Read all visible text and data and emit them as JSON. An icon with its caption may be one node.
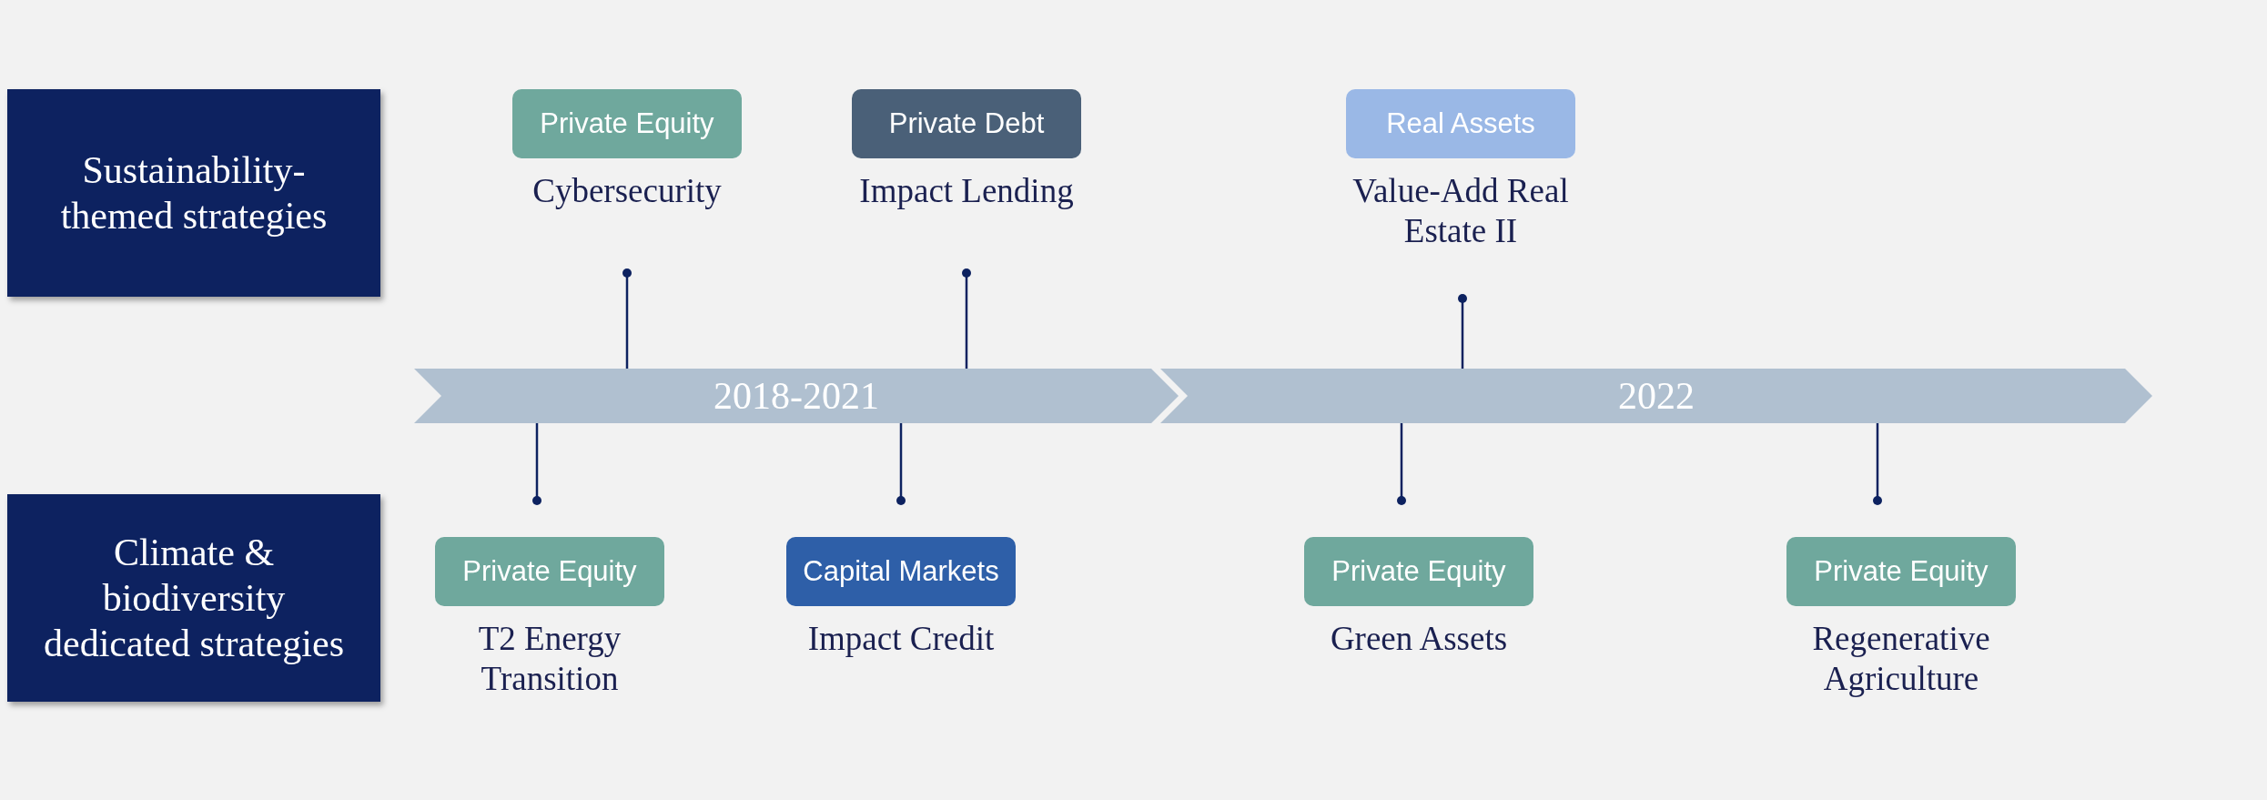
{
  "diagram": {
    "nodes": [
      {
        "text": [
          "Sustainability-themed strategies"
        ]
      },
      {
        "text": [
          "Climate & biodiversity dedicated strategies"
        ]
      },
      {
        "text": [
          "2018-2021"
        ]
      },
      {
        "text": [
          "2022"
        ]
      },
      {
        "text": [
          "Private Equity",
          "Cybersecurity"
        ]
      },
      {
        "text": [
          "Private Debt",
          "Impact Lending"
        ]
      },
      {
        "text": [
          "Real Assets",
          "Value-Add Real Estate II"
        ]
      },
      {
        "text": [
          "Private Equity",
          "T2 Energy Transition"
        ]
      },
      {
        "text": [
          "Capital Markets",
          "Impact Credit"
        ]
      },
      {
        "text": [
          "Private Equity",
          "Green Assets"
        ]
      },
      {
        "text": [
          "Private Equity",
          "Regenerative Agriculture"
        ]
      }
    ],
    "edges": [
      {
        "from": 4,
        "to": 2,
        "arrow": "other"
      },
      {
        "from": 5,
        "to": 2,
        "arrow": "other"
      },
      {
        "from": 6,
        "to": 3,
        "arrow": "other"
      },
      {
        "from": 7,
        "to": 2,
        "arrow": "other"
      },
      {
        "from": 8,
        "to": 2,
        "arrow": "other"
      },
      {
        "from": 9,
        "to": 3,
        "arrow": "other"
      },
      {
        "from": 10,
        "to": 3,
        "arrow": "other"
      }
    ]
  }
}
